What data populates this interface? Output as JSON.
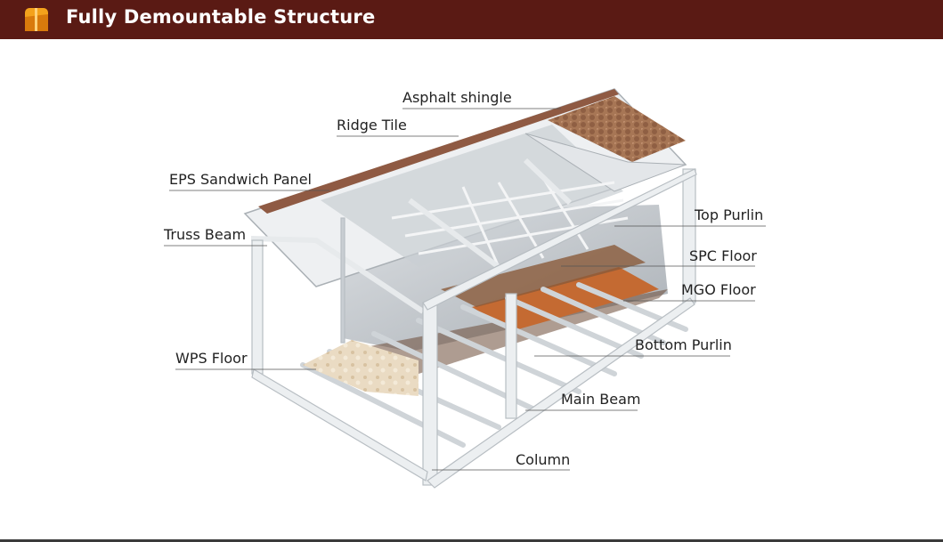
{
  "header": {
    "title": "Fully Demountable Structure",
    "icon": "logo-icon",
    "background": "#5a1a14",
    "icon_colors": [
      "#f4a21c",
      "#d97a0c"
    ]
  },
  "labels": {
    "asphalt_shingle": "Asphalt shingle",
    "ridge_tile": "Ridge Tile",
    "eps_sandwich_panel": "EPS Sandwich Panel",
    "truss_beam": "Truss Beam",
    "wps_floor": "WPS Floor",
    "top_purlin": "Top Purlin",
    "spc_floor": "SPC Floor",
    "mgo_floor": "MGO Floor",
    "bottom_purlin": "Bottom Purlin",
    "main_beam": "Main Beam",
    "column": "Column"
  },
  "colors": {
    "frame": "#e9ecee",
    "frame_edge": "#b8bec3",
    "shingle": "#a9785a",
    "mgo": "#c46a32",
    "floor_brown": "#8a5a3a"
  }
}
